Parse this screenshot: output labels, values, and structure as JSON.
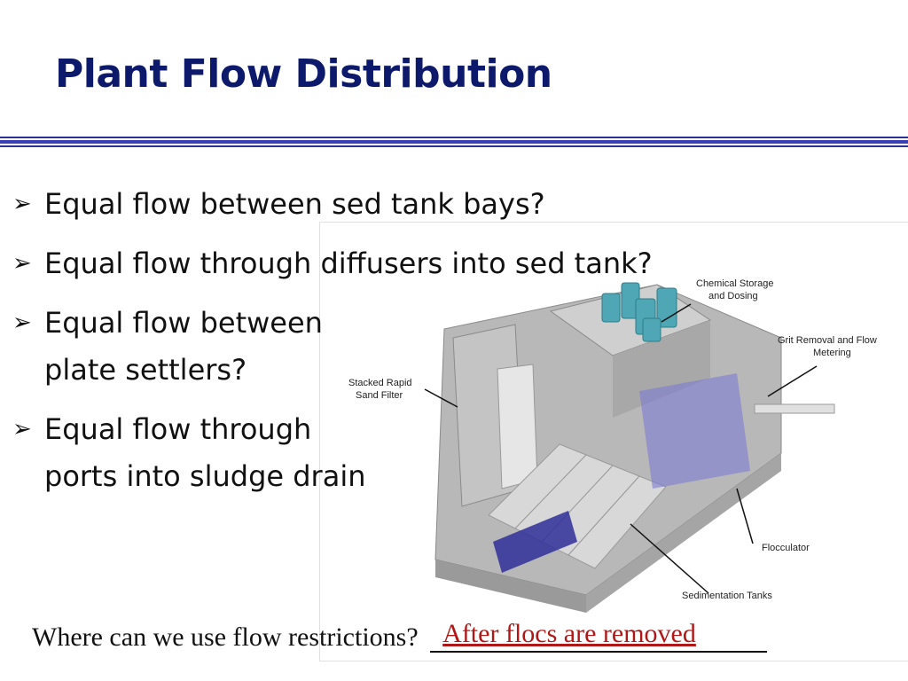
{
  "slide": {
    "title": "Plant Flow Distribution",
    "bullets": [
      "Equal flow between sed tank bays?",
      "Equal flow through diffusers into sed tank?",
      "Equal flow between plate settlers?",
      "Equal flow through ports into sludge drain"
    ],
    "bullet_icon": "arrow-bullet-icon",
    "question": "Where can we use flow restrictions?",
    "answer": "After flocs are removed",
    "colors": {
      "title": "#0d1a6b",
      "rule": "#3b3fb5",
      "answer": "#b01818"
    }
  },
  "diagram": {
    "labels": {
      "chemical": "Chemical Storage and Dosing",
      "chemical_l1": "Chemical Storage",
      "chemical_l2": "and Dosing",
      "grit_l1": "Grit Removal and Flow",
      "grit_l2": "Metering",
      "filter_l1": "Stacked Rapid",
      "filter_l2": "Sand Filter",
      "flocculator": "Flocculator",
      "sedimentation": "Sedimentation Tanks"
    }
  }
}
